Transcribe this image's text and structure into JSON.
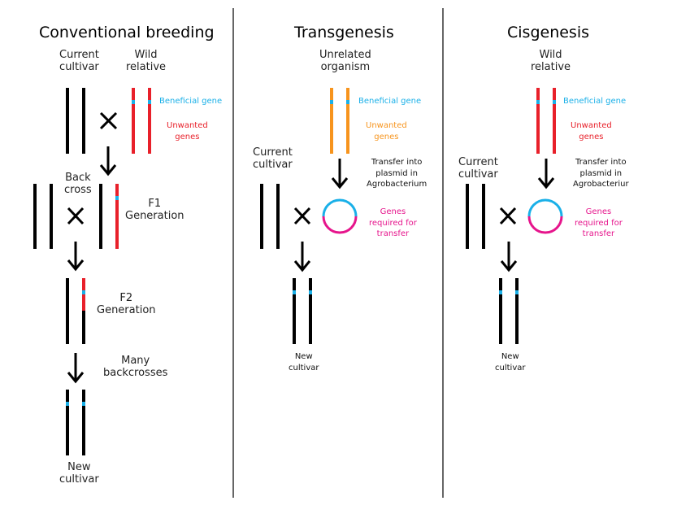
{
  "colors": {
    "black": "#000000",
    "wild_relative": "#e8202a",
    "unrelated_organism": "#f7941d",
    "beneficial_gene": "#1ab0e8",
    "transfer_genes": "#e6158c",
    "divider": "#666666"
  },
  "panels": [
    {
      "title": "Conventional breeding",
      "current_cultivar": "Current\ncultivar",
      "wild_relative": "Wild\nrelative",
      "beneficial_gene": "Beneficial gene",
      "unwanted_genes": "Unwanted\ngenes",
      "back_cross": "Back\ncross",
      "f1": "F1\nGeneration",
      "f2": "F2\nGeneration",
      "many_backcrosses": "Many\nbackcrosses",
      "new_cultivar": "New\ncultivar"
    },
    {
      "title": "Transgenesis",
      "source": "Unrelated\norganism",
      "beneficial_gene": "Beneficial gene",
      "unwanted_genes": "Unwanted\ngenes",
      "transfer": "Transfer into\nplasmid in\nAgrobacterium",
      "current_cultivar": "Current\ncultivar",
      "genes_required": "Genes\nrequired for\ntransfer",
      "new_cultivar": "New\ncultivar"
    },
    {
      "title": "Cisgenesis",
      "source": "Wild\nrelative",
      "beneficial_gene": "Beneficial gene",
      "unwanted_genes": "Unwanted\ngenes",
      "transfer": "Transfer into\nplasmid in\nAgrobacteriur",
      "current_cultivar": "Current\ncultivar",
      "genes_required": "Genes\nrequired for\ntransfer",
      "new_cultivar": "New\ncultivar"
    }
  ]
}
